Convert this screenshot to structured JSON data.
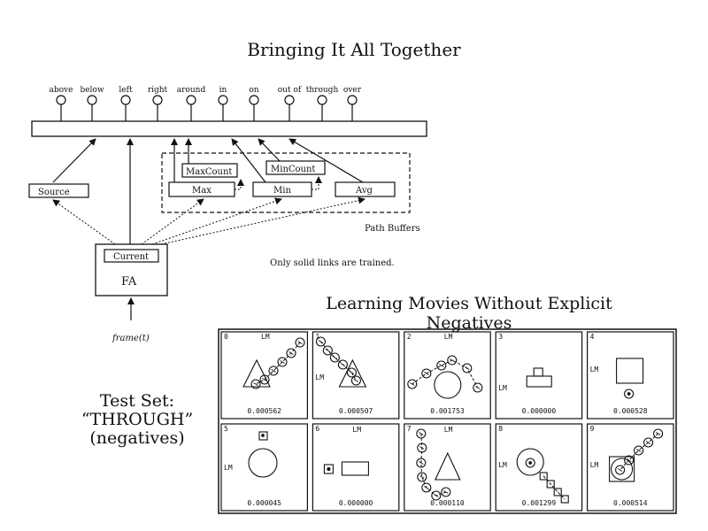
{
  "title": "Bringing It All Together",
  "subtitle": "Learning Movies Without Explicit Negatives",
  "test_set": {
    "line1": "Test Set:",
    "line2": "“THROUGH”",
    "line3": "(negatives)"
  },
  "network": {
    "outputs": [
      "above",
      "below",
      "left",
      "right",
      "around",
      "in",
      "on",
      "out of",
      "through",
      "over"
    ],
    "boxes": {
      "source": "Source",
      "maxcount": "MaxCount",
      "mincount": "MinCount",
      "max": "Max",
      "min": "Min",
      "avg": "Avg",
      "current": "Current",
      "fa": "FA"
    },
    "path_buffers": "Path Buffers",
    "note": "Only solid links are trained.",
    "input": "frame(t)"
  },
  "panels": [
    {
      "index": "0",
      "lm": "LM",
      "value": "0.000562"
    },
    {
      "index": "1",
      "lm": "LM",
      "value": "0.000507"
    },
    {
      "index": "2",
      "lm": "LM",
      "value": "0.001753"
    },
    {
      "index": "3",
      "lm": "LM",
      "value": "0.000000"
    },
    {
      "index": "4",
      "lm": "LM",
      "value": "0.000528"
    },
    {
      "index": "5",
      "lm": "LM",
      "value": "0.000045"
    },
    {
      "index": "6",
      "lm": "LM",
      "value": "0.000000"
    },
    {
      "index": "7",
      "lm": "LM",
      "value": "0.000110"
    },
    {
      "index": "8",
      "lm": "LM",
      "value": "0.001299"
    },
    {
      "index": "9",
      "lm": "LM",
      "value": "0.000514"
    }
  ]
}
